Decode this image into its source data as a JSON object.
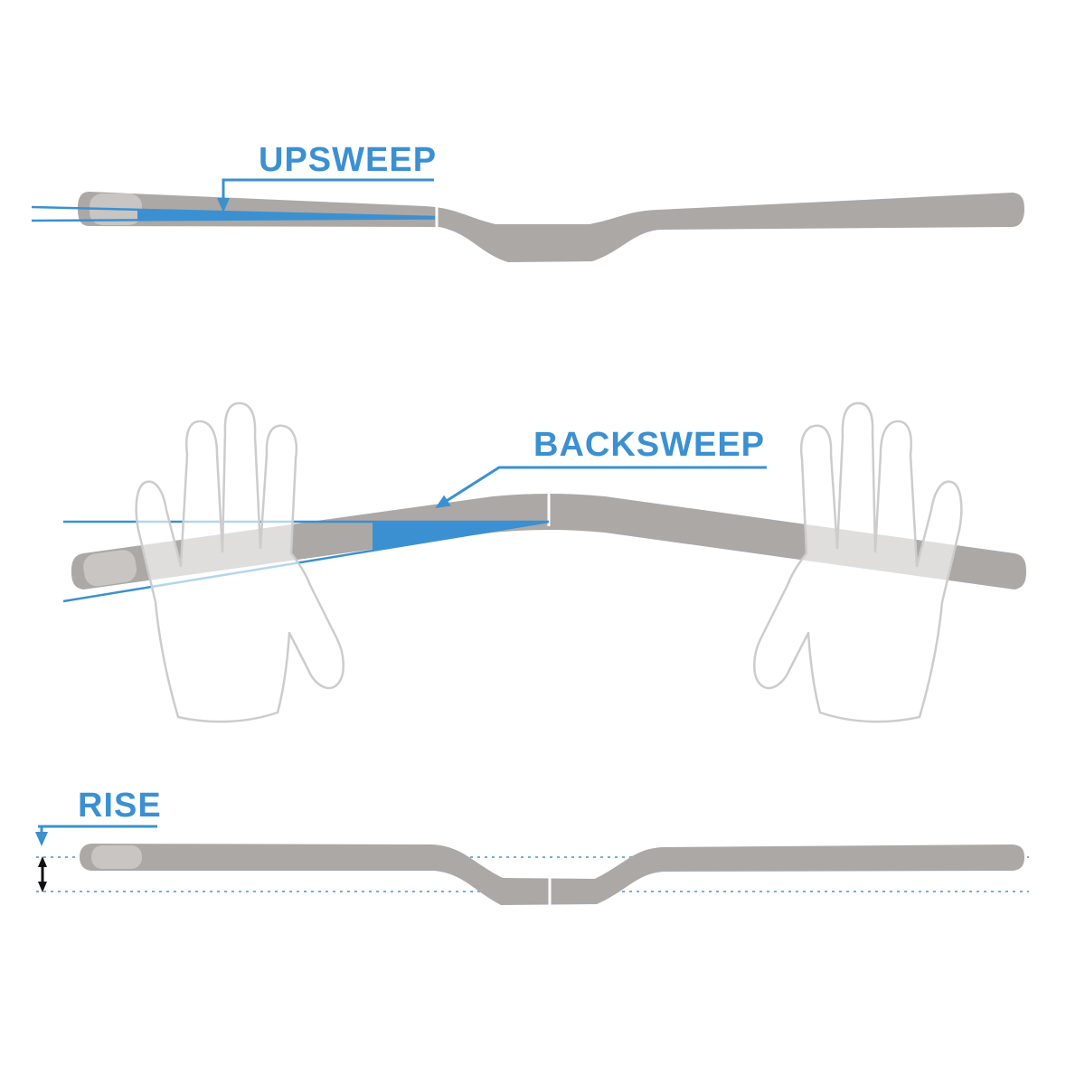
{
  "diagram": {
    "subject": "handlebar-geometry",
    "sections": [
      {
        "id": "upsweep",
        "label": "UPSWEEP"
      },
      {
        "id": "backsweep",
        "label": "BACKSWEEP"
      },
      {
        "id": "rise",
        "label": "RISE"
      }
    ]
  },
  "colors": {
    "accent_blue": "#3b90d1",
    "bar_gray": "#aca8a5",
    "endcap_gray": "#c8c5c2",
    "hand_outline": "#cccccc",
    "dotted_blue": "#74aede",
    "arrow_black": "#111111",
    "background": "#ffffff"
  }
}
